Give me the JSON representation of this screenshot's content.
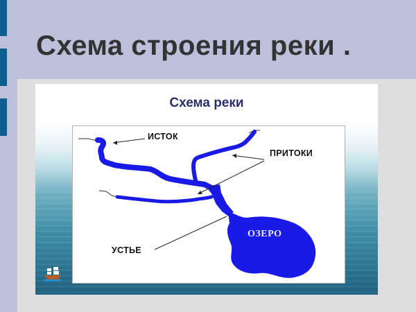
{
  "slide": {
    "title": "Схема строения реки ."
  },
  "figure": {
    "title": "Схема реки",
    "labels": {
      "source": "ИСТОК",
      "tributaries": "ПРИТОКИ",
      "mouth": "УСТЬЕ",
      "lake": "ОЗЕРО"
    },
    "colors": {
      "river": "#1a1ae6",
      "title_text": "#2a2f6a",
      "accent_bar": "#0e5e8f",
      "slide_bg": "#bcc0db",
      "content_bg": "#dedede"
    }
  }
}
